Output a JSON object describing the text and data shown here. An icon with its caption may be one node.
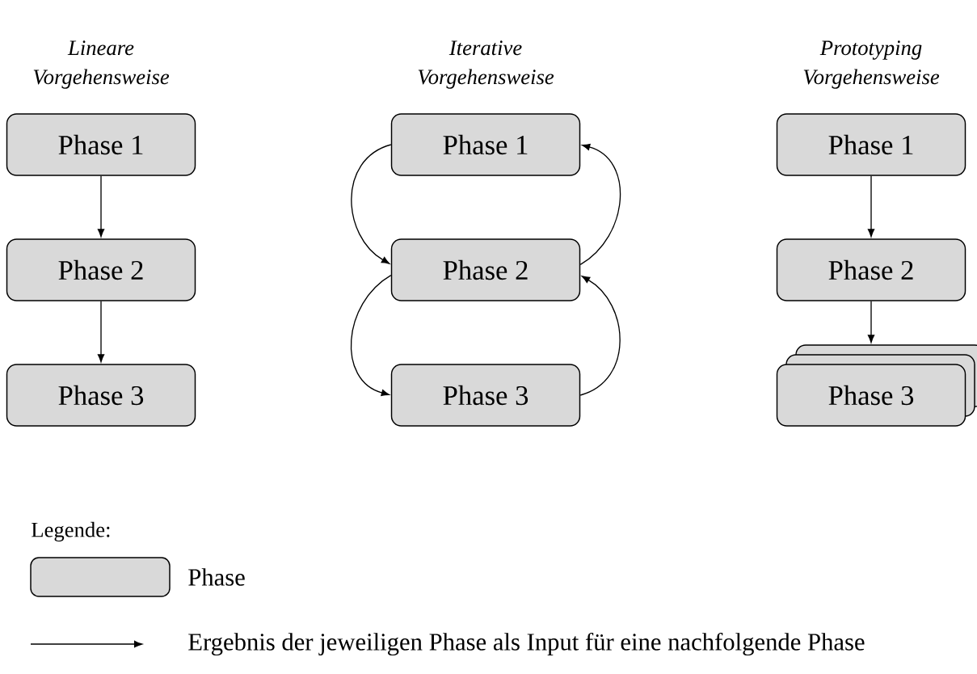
{
  "diagram": {
    "nodes": [
      {
        "text": [
          "Phase 1"
        ]
      },
      {
        "text": [
          "Phase 2"
        ]
      },
      {
        "text": [
          "Phase 3"
        ]
      },
      {
        "text": [
          "Phase 1"
        ]
      },
      {
        "text": [
          "Phase 2"
        ]
      },
      {
        "text": [
          "Phase 3"
        ]
      },
      {
        "text": [
          "Phase 1"
        ]
      },
      {
        "text": [
          "Phase 2"
        ]
      },
      {
        "text": [
          "Phase 3"
        ]
      }
    ],
    "edges": [
      {
        "from": 0,
        "to": 1,
        "arrow": "to"
      },
      {
        "from": 1,
        "to": 2,
        "arrow": "to"
      },
      {
        "from": 3,
        "to": 4,
        "arrow": "to"
      },
      {
        "from": 4,
        "to": 5,
        "arrow": "to"
      },
      {
        "from": 5,
        "to": 4,
        "arrow": "to"
      },
      {
        "from": 4,
        "to": 3,
        "arrow": "to"
      },
      {
        "from": 6,
        "to": 7,
        "arrow": "to"
      },
      {
        "from": 7,
        "to": 8,
        "arrow": "to"
      }
    ],
    "labels": [
      "Lineare Vorgehensweise",
      "Iterative Vorgehensweise",
      "Prototyping Vorgehensweise",
      "Legende:"
    ],
    "legend": [
      {
        "text": "Phase"
      },
      {
        "text": "Ergebnis der jeweiligen Phase als Input für eine nachfolgende Phase"
      }
    ]
  }
}
